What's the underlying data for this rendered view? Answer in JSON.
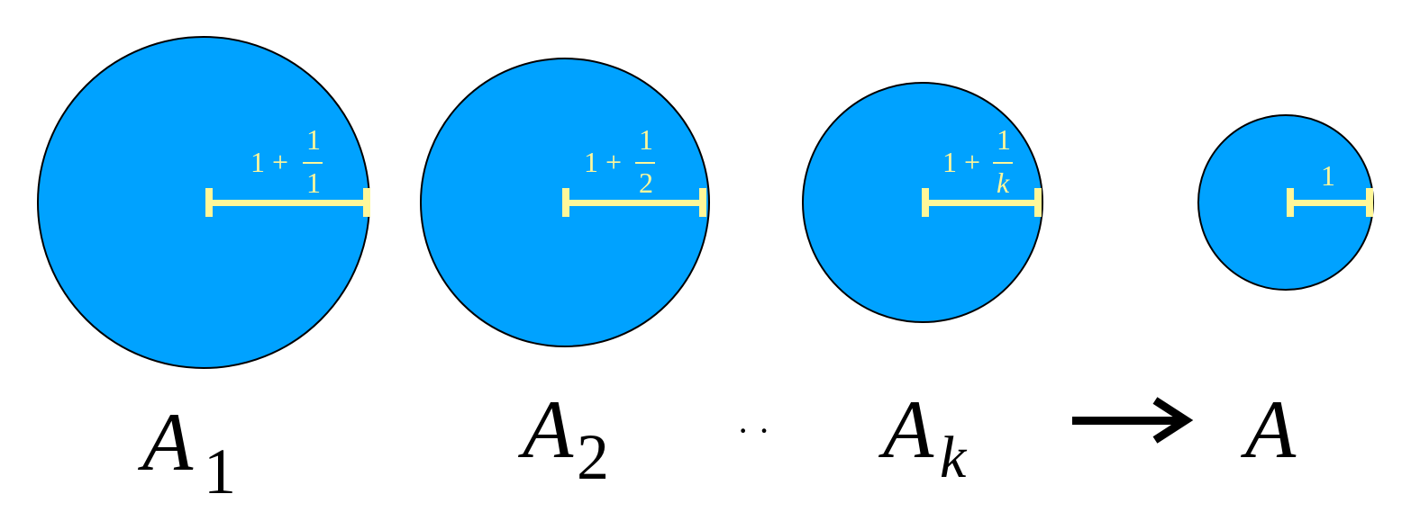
{
  "colors": {
    "disk_fill": "#00A2FF",
    "radius_bar": "#FFF799",
    "stroke": "#000000"
  },
  "disks": [
    {
      "name": "A",
      "subscript": "1",
      "radius_prefix": "1 +",
      "numerator": "1",
      "denominator": "1"
    },
    {
      "name": "A",
      "subscript": "2",
      "radius_prefix": "1 +",
      "numerator": "1",
      "denominator": "2"
    },
    {
      "name": "A",
      "subscript": "k",
      "radius_prefix": "1 +",
      "numerator": "1",
      "denominator": "k"
    },
    {
      "name": "A",
      "radius": "1"
    }
  ],
  "ellipsis": "· ·",
  "arrow": "right-arrow"
}
